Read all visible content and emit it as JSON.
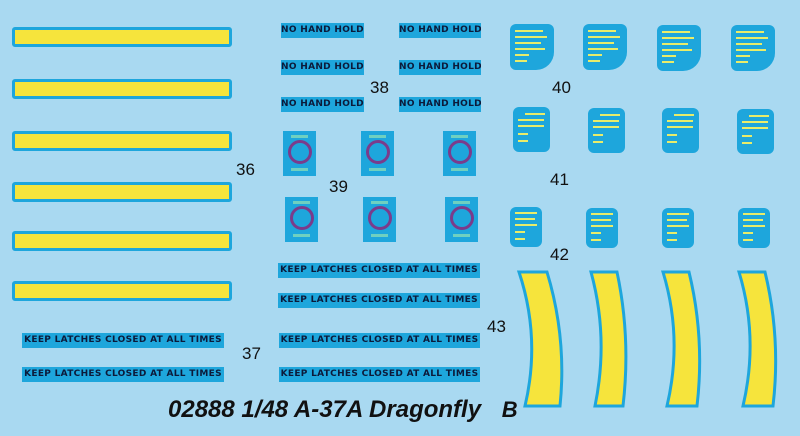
{
  "labels": {
    "n36": "36",
    "n37": "37",
    "n38": "38",
    "n39": "39",
    "n40": "40",
    "n41": "41",
    "n42": "42",
    "n43": "43"
  },
  "no_hand_hold": "NO HAND HOLD",
  "keep_latches": "KEEP LATCHES CLOSED AT ALL TIMES",
  "title": {
    "code": "02888",
    "scale": "1/48",
    "model": "A-37A Dragonfly",
    "sheet": "B"
  },
  "colors": {
    "background": "#a9d9f1",
    "decal_blue": "#1ea6dc",
    "yellow": "#f6e43c",
    "ring": "#7a3c8c"
  }
}
